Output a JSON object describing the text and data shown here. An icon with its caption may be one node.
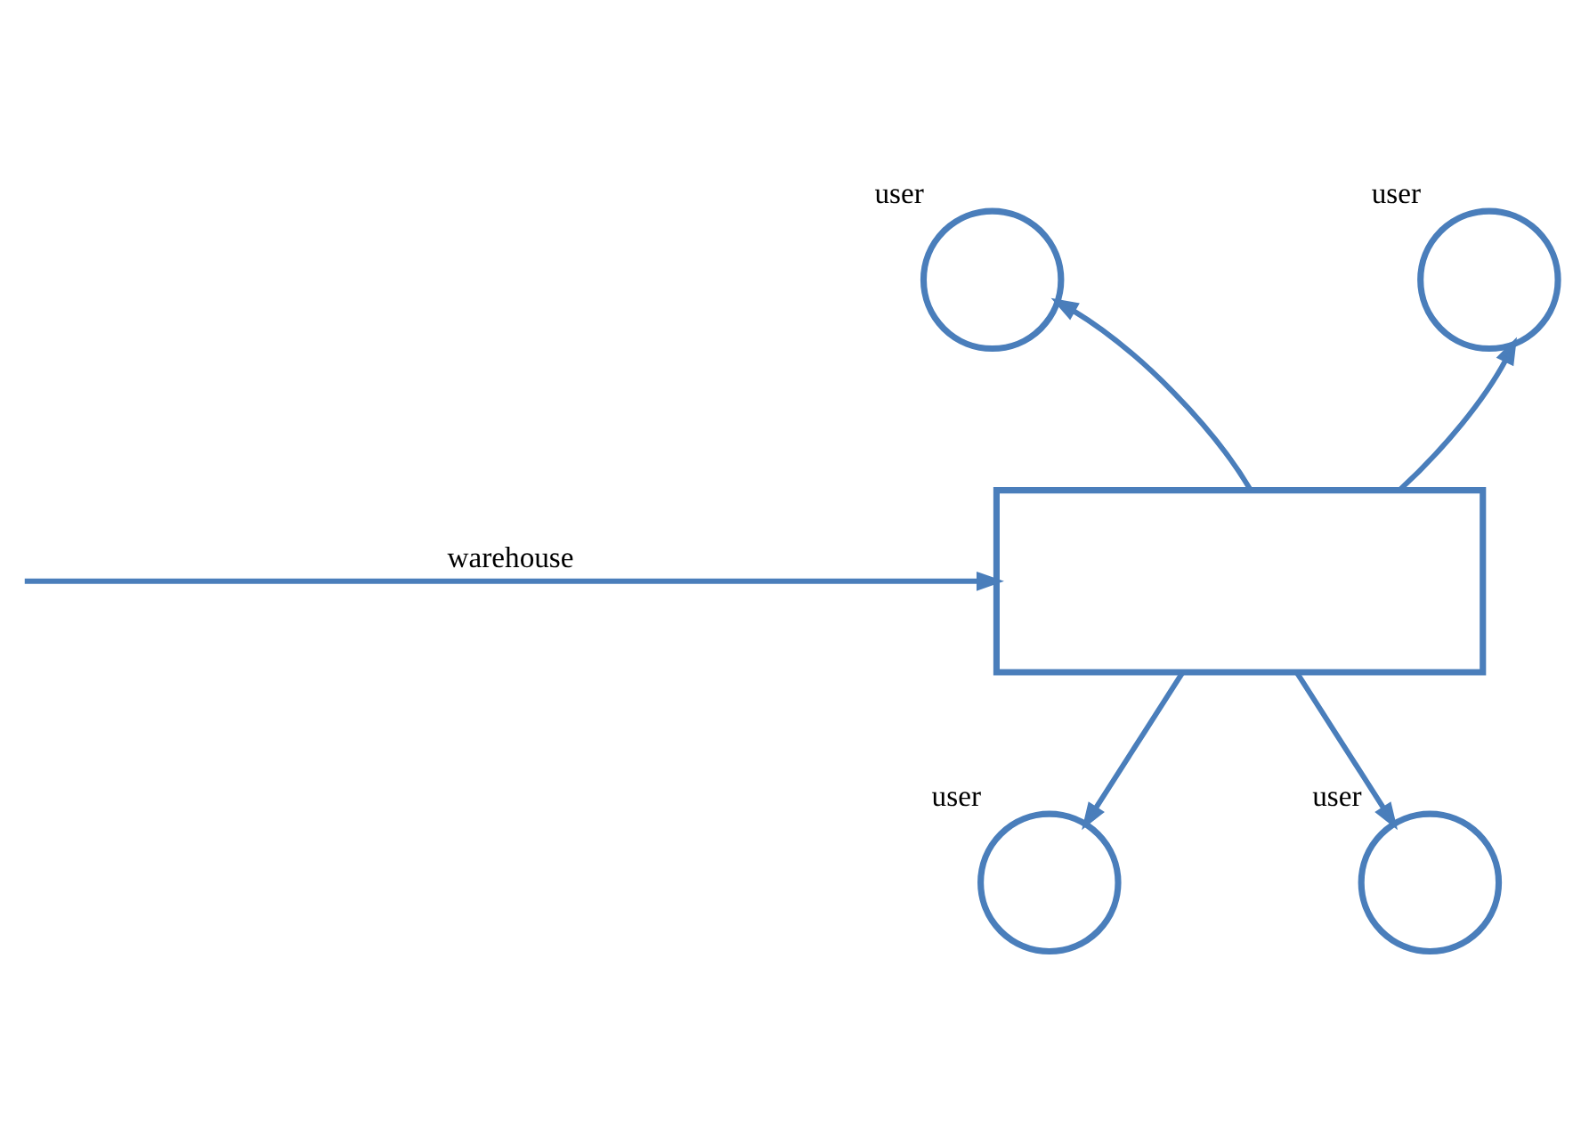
{
  "diagram": {
    "nodes": [
      {
        "text": [],
        "shape": "circle",
        "beside": [
          "user"
        ]
      },
      {
        "text": [],
        "shape": "circle",
        "beside": [
          "user"
        ]
      },
      {
        "text": [],
        "shape": "box"
      },
      {
        "text": [],
        "shape": "circle",
        "beside": [
          "user"
        ]
      },
      {
        "text": [],
        "shape": "circle",
        "beside": [
          "user"
        ]
      }
    ],
    "edges": [
      {
        "from": 2,
        "to": 0,
        "arrow": "to"
      },
      {
        "from": 2,
        "to": 1,
        "arrow": "to"
      },
      {
        "from": null,
        "to": 2,
        "arrow": "to",
        "label": "warehouse"
      },
      {
        "from": 2,
        "to": 3,
        "arrow": "to"
      },
      {
        "from": 2,
        "to": 4,
        "arrow": "to"
      }
    ]
  }
}
